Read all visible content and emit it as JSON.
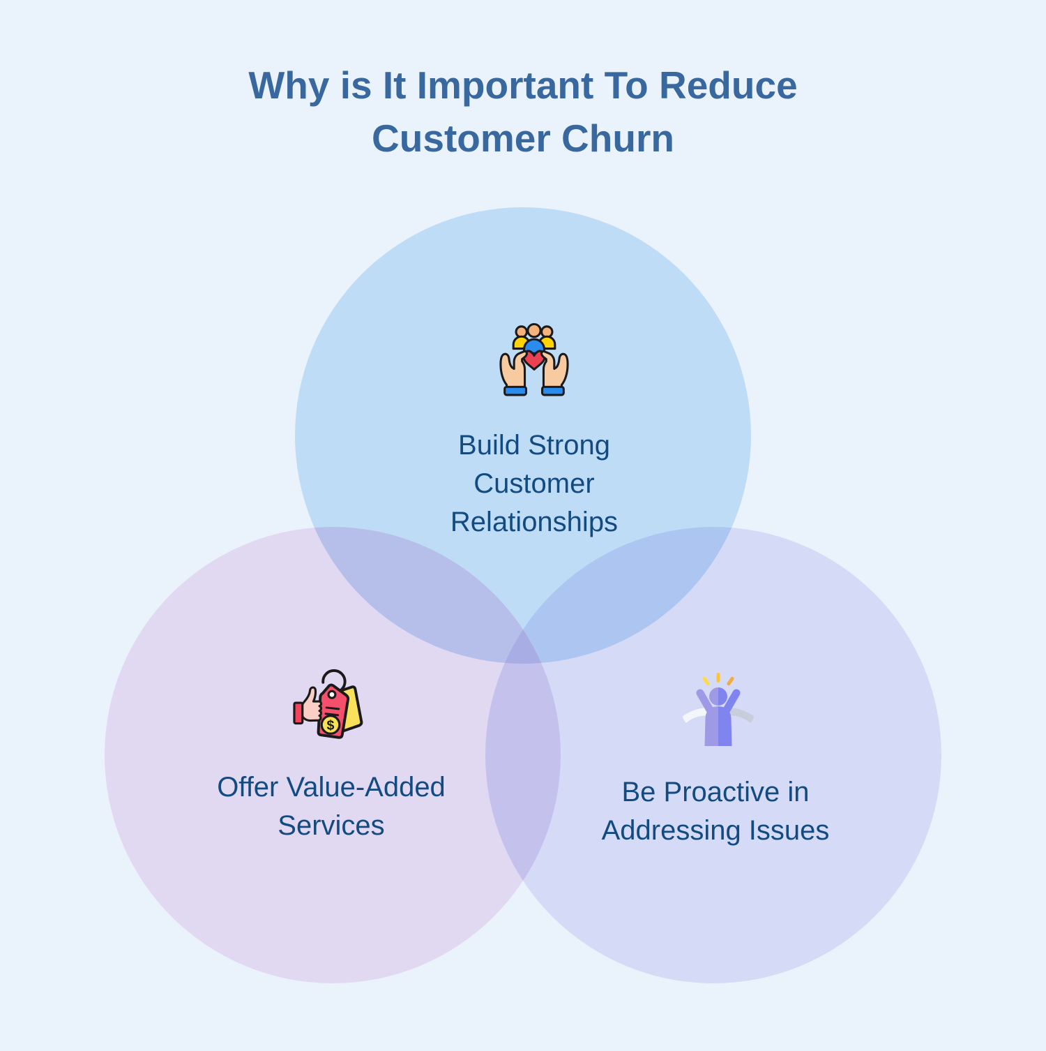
{
  "page": {
    "background": "#EAF2FC"
  },
  "title": {
    "text": "Why is It Important To Reduce Customer Churn",
    "lines": [
      "Why is It Important To Reduce",
      "Customer Churn"
    ],
    "color": "#38689E"
  },
  "venn": {
    "label_color": "#134B80",
    "circles": [
      {
        "id": "build-relationships",
        "position": "top",
        "fill": "#BFDCF7",
        "icon": "hands-holding-customers-icon",
        "label": "Build Strong Customer Relationships",
        "label_lines": [
          "Build Strong",
          "Customer",
          "Relationships"
        ]
      },
      {
        "id": "value-added-services",
        "position": "bottom-left",
        "fill": "#E1D8F2",
        "icon": "thumbs-up-price-tags-icon",
        "label": "Offer Value-Added Services",
        "label_lines": [
          "Offer Value-Added",
          "Services"
        ]
      },
      {
        "id": "proactive-issues",
        "position": "bottom-right",
        "fill": "#D5DBF6",
        "icon": "excited-person-icon",
        "label": "Be Proactive in Addressing Issues",
        "label_lines": [
          "Be Proactive in",
          "Addressing Issues"
        ]
      }
    ],
    "overlap_fills": {
      "top_left": "#B6BFE9",
      "top_right": "#ADC6F1",
      "left_right": "#C4C1EC",
      "center": "#A8AEE3"
    }
  },
  "icons": {
    "dollar_sign": "$"
  },
  "icon_palette": {
    "outline": "#1A1A1A",
    "hand_skin": "#F7CB9F",
    "head_skin": "#F4B27C",
    "shirt_yellow": "#FFD402",
    "shirt_blue": "#2B8CEF",
    "heart_red": "#EC4152",
    "tag_rose": "#F4506C",
    "tag_yellow": "#F9E15B",
    "thumb_pink": "#F9CEC5",
    "cuff_red": "#F4435C",
    "coin_yellow": "#F7E156",
    "person_left": "#9E9AE6",
    "person_right": "#8084EF",
    "ribbon_light": "#F3F6FB",
    "ribbon_gray": "#C8CDDC",
    "ray_yellow": "#FFD94A",
    "ray_amber": "#FFC431",
    "ray_orange": "#F6A93C"
  }
}
